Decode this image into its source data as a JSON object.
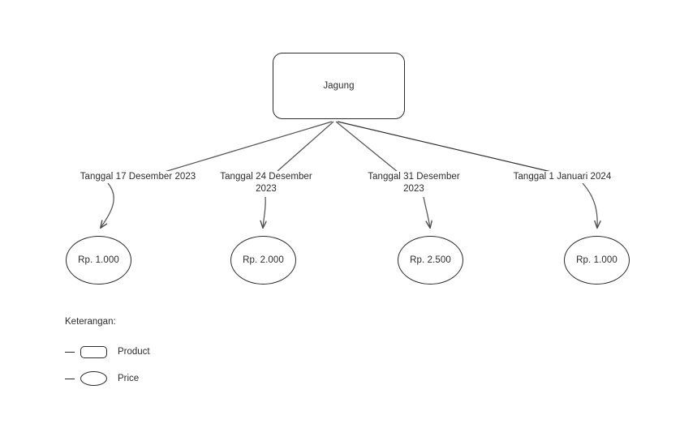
{
  "diagram": {
    "background_color": "#ffffff",
    "stroke_color": "#2b2b2b",
    "root": {
      "label": "Jagung",
      "shape": "rounded-rectangle"
    },
    "branches": [
      {
        "edge_label": "Tanggal 17 Desember 2023",
        "price": "Rp. 1.000"
      },
      {
        "edge_label": "Tanggal 24 Desember 2023",
        "price": "Rp. 2.000"
      },
      {
        "edge_label": "Tanggal 31 Desember 2023",
        "price": "Rp. 2.500"
      },
      {
        "edge_label": "Tanggal 1 Januari 2024",
        "price": "Rp. 1.000"
      }
    ]
  },
  "legend": {
    "title": "Keterangan:",
    "items": [
      {
        "label": "Product",
        "shape": "rounded-rectangle"
      },
      {
        "label": "Price",
        "shape": "ellipse"
      }
    ]
  }
}
